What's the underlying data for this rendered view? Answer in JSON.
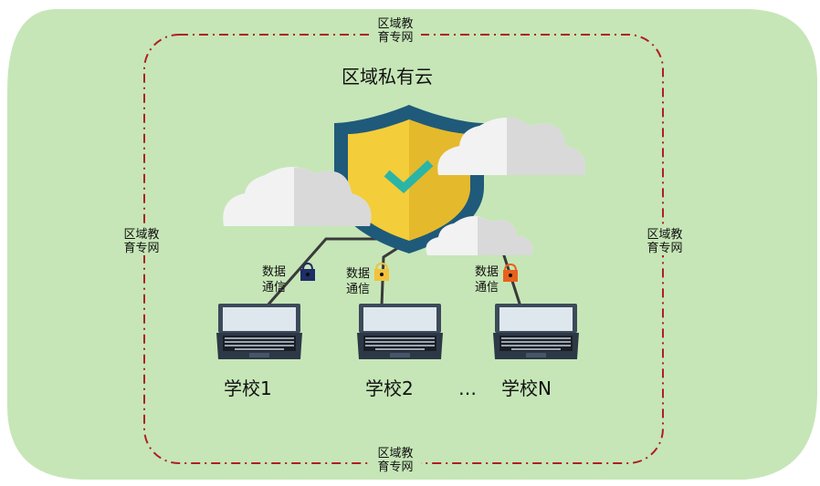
{
  "network_label": "区域教\n育专网",
  "title": "区域私有云",
  "comm_label": "数据\n通信",
  "schools": [
    "学校1",
    "学校2",
    "学校N"
  ],
  "ellipsis": "…",
  "colors": {
    "background": "#c6e6b7",
    "border": "#b01e23",
    "shield_outer": "#1f5a7a",
    "shield_yellow": "#f3cd3a",
    "check": "#2bb5a6",
    "cloud": "#f2f2f2",
    "laptop_frame": "#3c4a5a",
    "laptop_screen": "#dfe7ee",
    "lock_1": "#1e2e66",
    "lock_2": "#f3c23a",
    "lock_3": "#e7611c"
  }
}
